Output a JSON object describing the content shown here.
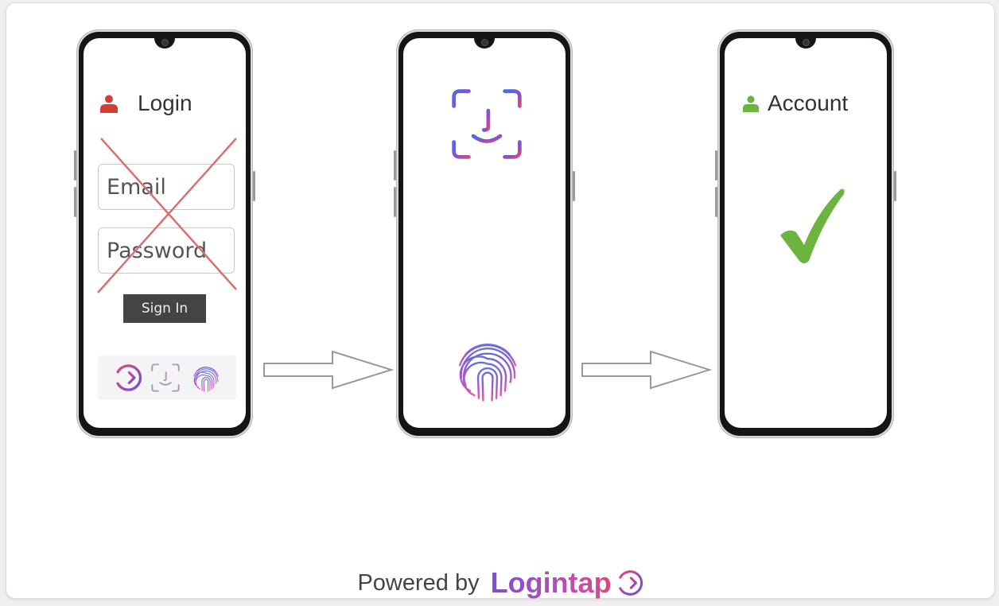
{
  "colors": {
    "login_icon": "#d23f30",
    "account_icon": "#6db33f",
    "check": "#6db33f",
    "cross": "#d97070",
    "signin_bg": "#444444",
    "gradient_start": "#4a6ee0",
    "gradient_mid": "#8a4fd0",
    "gradient_end": "#e2457a"
  },
  "steps": [
    {
      "title": "Login",
      "icon": "user-icon",
      "fields": [
        {
          "placeholder": "Email"
        },
        {
          "placeholder": "Password"
        }
      ],
      "button_label": "Sign In",
      "crossed_out": true,
      "methods": [
        "logintap-icon",
        "face-id-icon",
        "fingerprint-icon"
      ]
    },
    {
      "icons": [
        "face-id-icon",
        "fingerprint-icon"
      ]
    },
    {
      "title": "Account",
      "icon": "user-icon",
      "status_icon": "checkmark-icon"
    }
  ],
  "arrows": [
    "arrow-right",
    "arrow-right"
  ],
  "footer": {
    "powered_by": "Powered by",
    "brand": "Logintap",
    "brand_icon": "logintap-icon"
  }
}
